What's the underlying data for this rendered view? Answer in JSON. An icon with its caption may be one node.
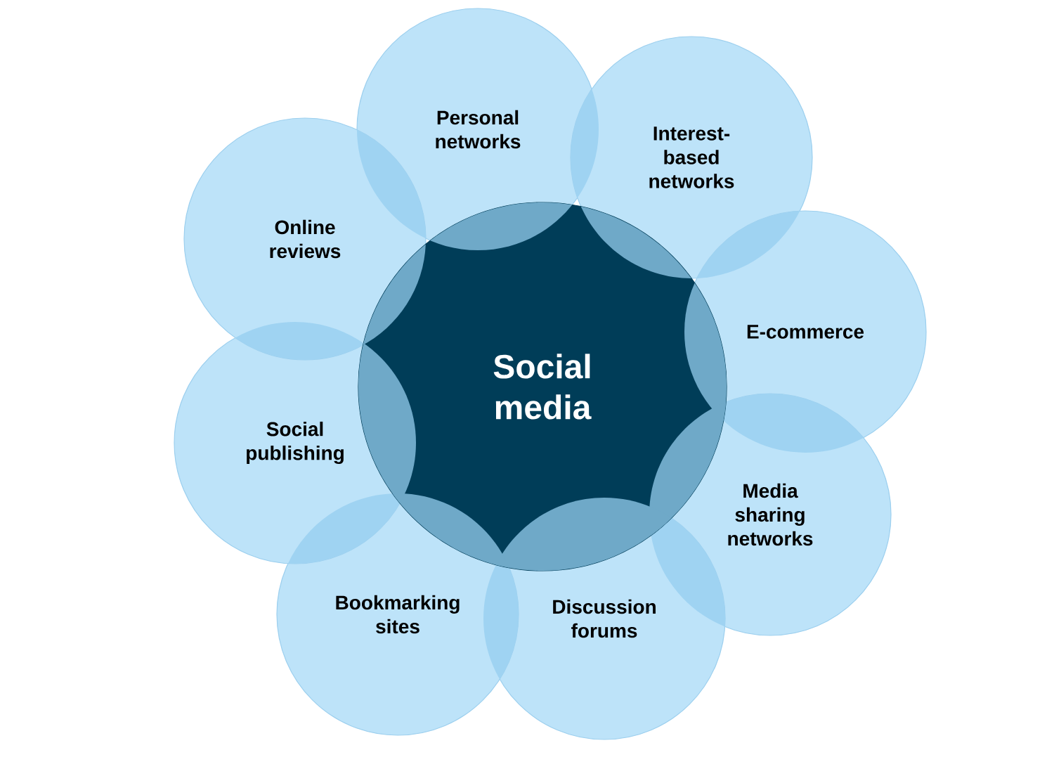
{
  "diagram": {
    "nodes": [
      {
        "text": [
          "Social media"
        ]
      },
      {
        "text": [
          "Personal networks"
        ]
      },
      {
        "text": [
          "Interest-based networks"
        ]
      },
      {
        "text": [
          "E-commerce"
        ]
      },
      {
        "text": [
          "Media sharing networks"
        ]
      },
      {
        "text": [
          "Discussion forums"
        ]
      },
      {
        "text": [
          "Bookmarking sites"
        ]
      },
      {
        "text": [
          "Social publishing"
        ]
      },
      {
        "text": [
          "Online reviews"
        ]
      }
    ]
  }
}
